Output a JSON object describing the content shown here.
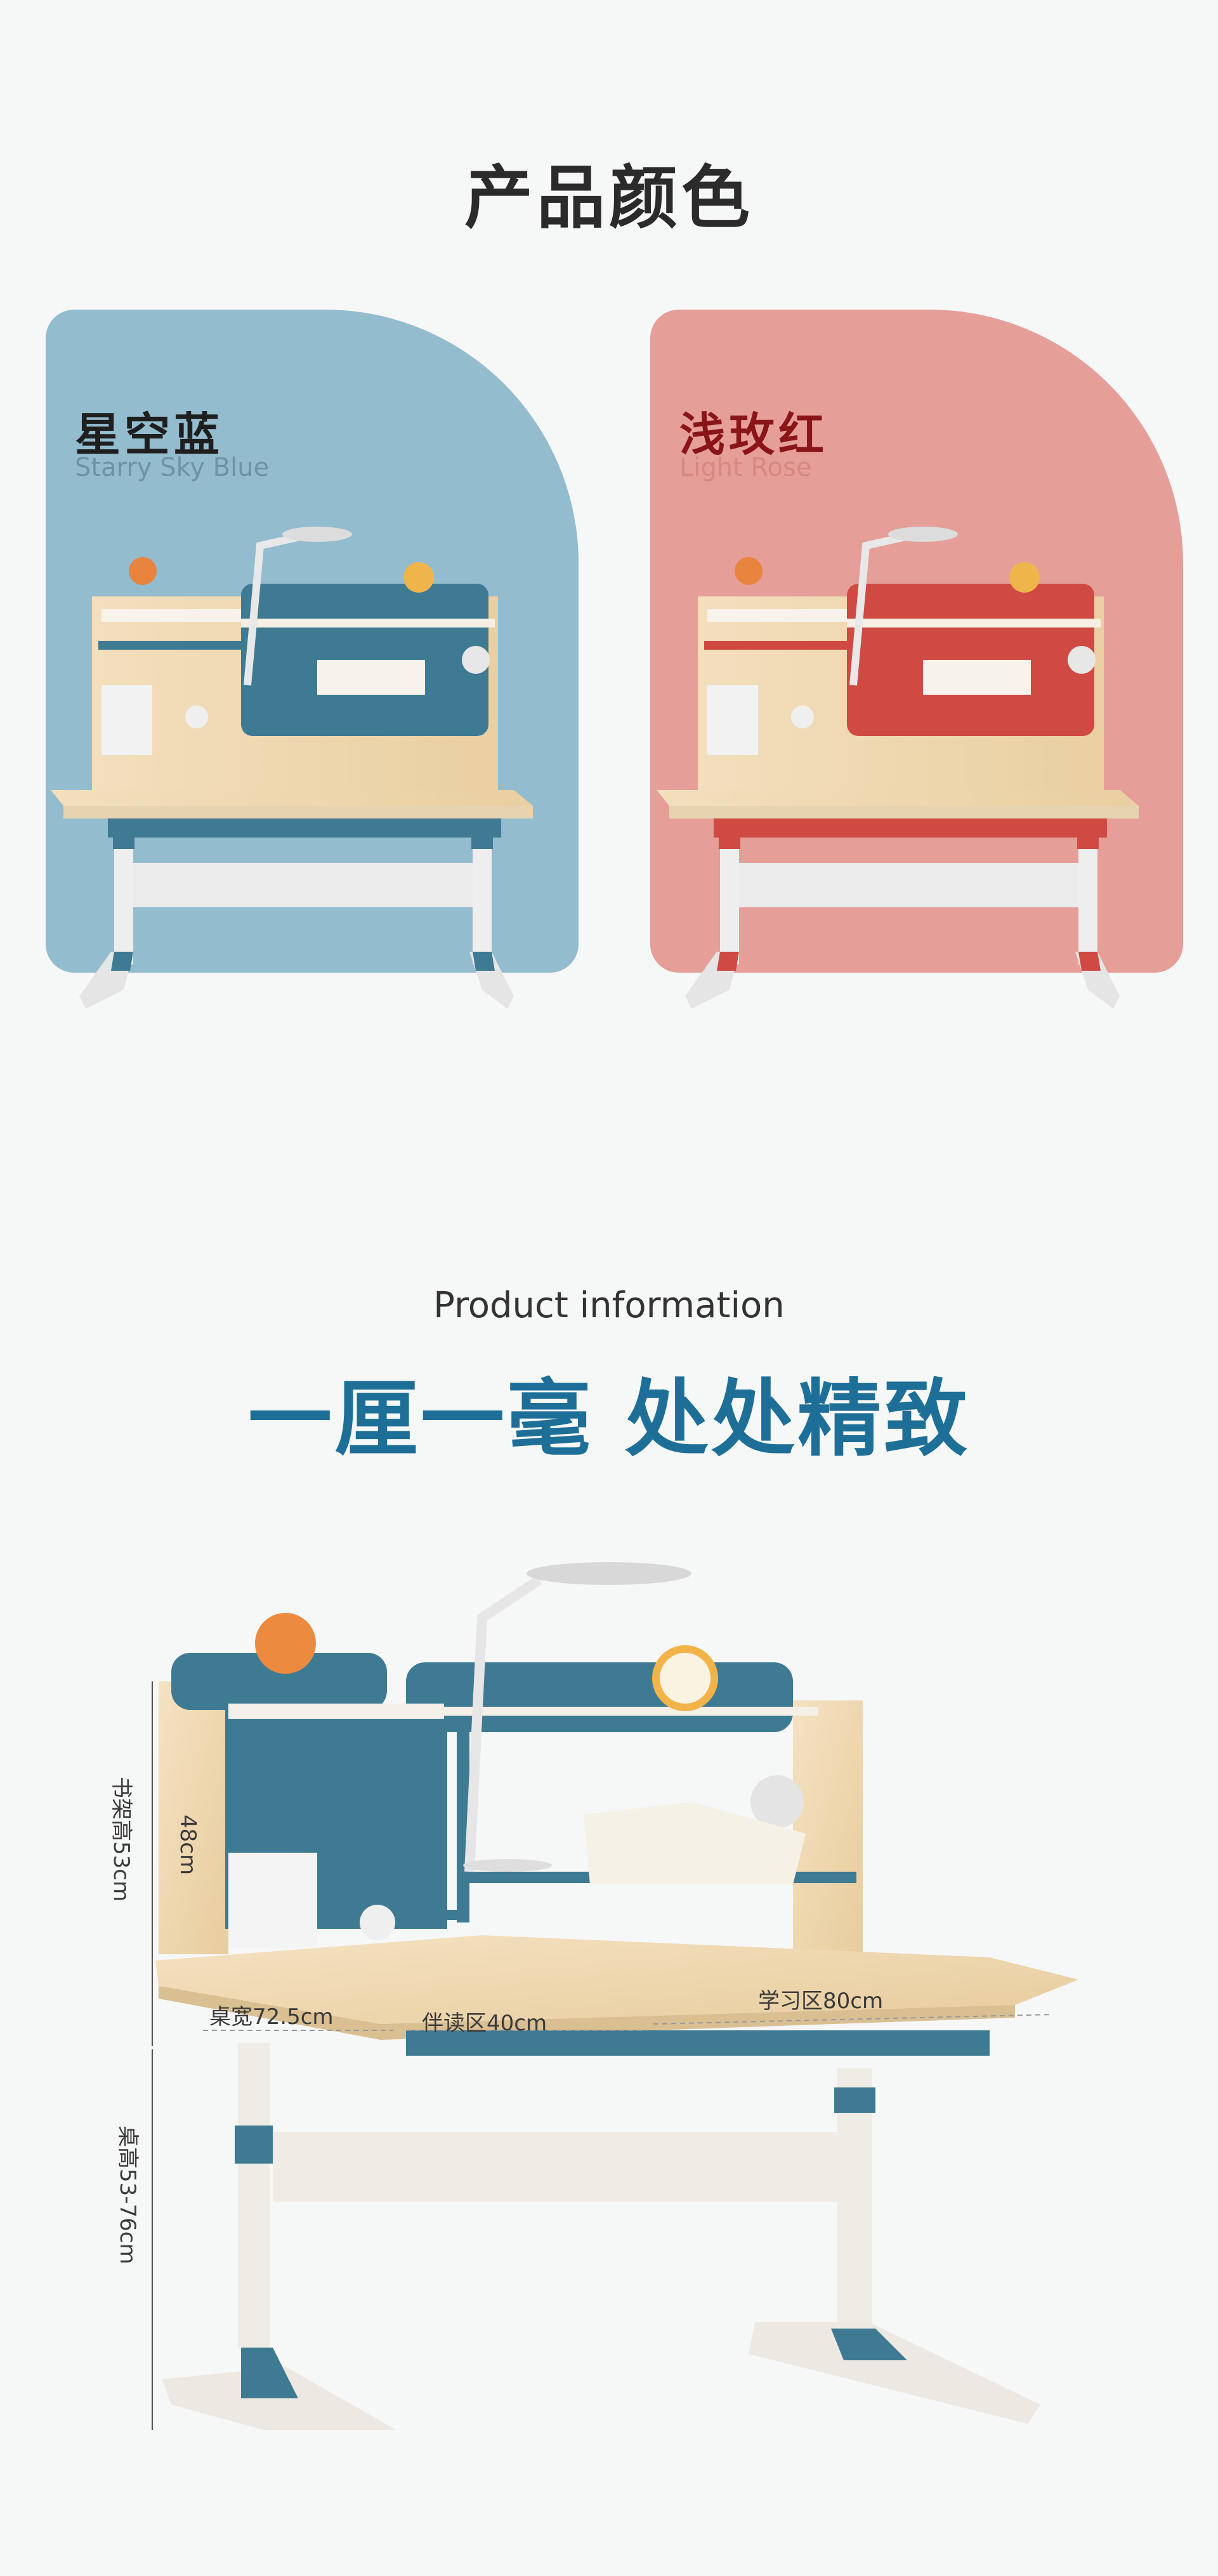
{
  "colors_section": {
    "title": "产品颜色",
    "options": [
      {
        "name_cn": "星空蓝",
        "name_en": "Starry Sky Blue",
        "card_color": "#93bccf",
        "accent": "#3f7a93"
      },
      {
        "name_cn": "浅玫红",
        "name_en": "Light Rose",
        "card_color": "#e69e99",
        "accent": "#cf4a43"
      }
    ]
  },
  "product_section": {
    "subtitle": "Product information",
    "title": "一厘一毫 处处精致",
    "title_color": "#1e6f98",
    "dimensions": {
      "shelf_height": "书架高53cm",
      "inner_height": "48cm",
      "desk_width": "桌宽72.5cm",
      "reading_zone": "伴读区40cm",
      "study_zone": "学习区80cm",
      "desk_height": "桌高53-76cm"
    }
  }
}
